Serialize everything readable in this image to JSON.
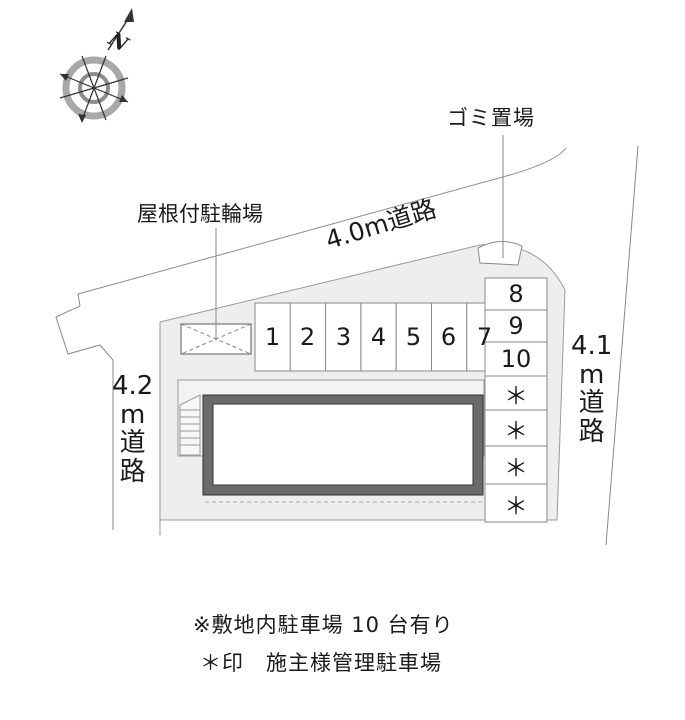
{
  "compass": {
    "north_label": "N",
    "icon": "compass-rose-icon"
  },
  "labels": {
    "garbage_area": "ゴミ置場",
    "covered_bicycle_parking": "屋根付駐輪場",
    "road_top": "4.0m道路",
    "road_left": [
      "4.2",
      "m",
      "道",
      "路"
    ],
    "road_right": [
      "4.1",
      "m",
      "道",
      "路"
    ]
  },
  "parking": {
    "top_row": [
      "1",
      "2",
      "3",
      "4",
      "5",
      "6",
      "7"
    ],
    "right_column": [
      "8",
      "9",
      "10",
      "＊",
      "＊",
      "＊",
      "＊"
    ]
  },
  "notes": {
    "line1": "※敷地内駐車場 10 台有り",
    "line2": "＊印　施主様管理駐車場"
  },
  "colors": {
    "site_fill": "#eeeeee",
    "building_wall": "#6b6b6b",
    "line": "#8a8a8a",
    "compass_ring": "#a8a8a8"
  }
}
